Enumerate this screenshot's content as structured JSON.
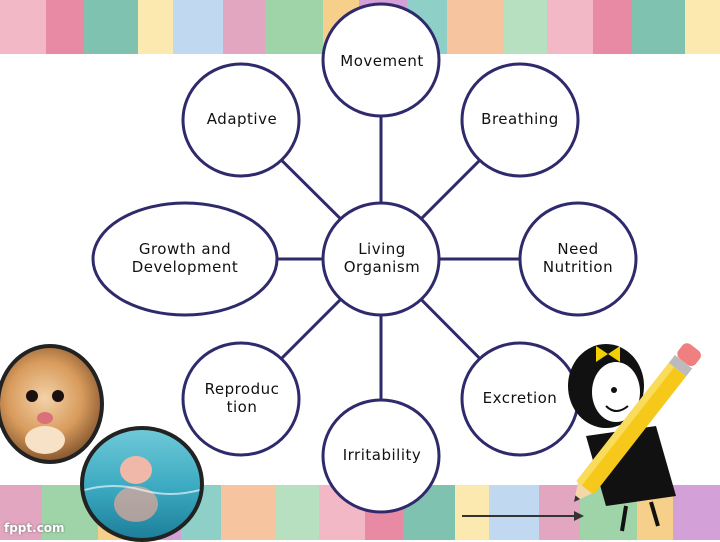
{
  "colors": {
    "stripes": [
      "#f2b8c6",
      "#e88aa3",
      "#7fc2b0",
      "#fbe9b0",
      "#c0d9f0",
      "#e2a6c0",
      "#9fd3a8",
      "#f6d08a",
      "#d4a0d8",
      "#8ed0c8",
      "#f7c4a0",
      "#b6e0c0"
    ],
    "node_stroke": "#2e2a6b",
    "link_stroke": "#2e2a6b"
  },
  "nodes": {
    "center": "Living\nOrganism",
    "movement": "Movement",
    "adaptive": "Adaptive",
    "breathing": "Breathing",
    "growth": "Growth and\nDevelopment",
    "nutrition": "Need\nNutrition",
    "reproduction": "Reproduc\ntion",
    "excretion": "Excretion",
    "irritability": "Irritability"
  },
  "footer": "fppt.com",
  "images": {
    "hamster": "hamster-photo",
    "pig": "swimming-pig-photo",
    "girl": "girl-with-pencil-cartoon"
  }
}
